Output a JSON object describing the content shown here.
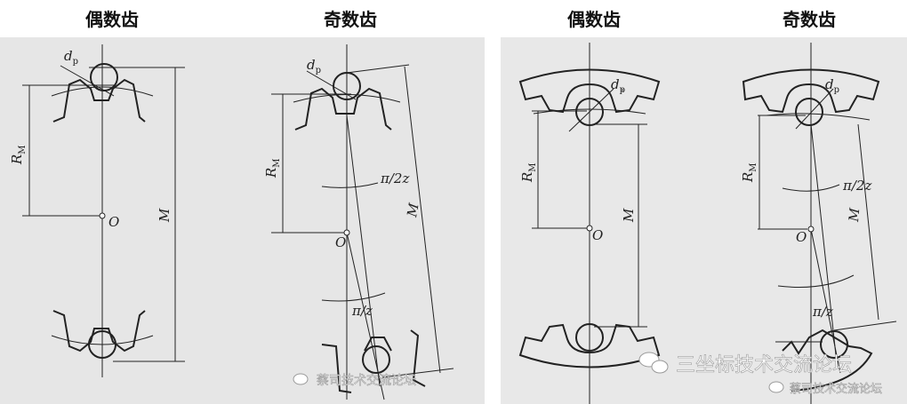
{
  "panels": [
    {
      "title_even": "偶数齿",
      "title_odd": "奇数齿"
    },
    {
      "title_even": "偶数齿",
      "title_odd": "奇数齿"
    }
  ],
  "labels": {
    "dp": "d",
    "dp_sub": "p",
    "rm": "R",
    "rm_sub": "M",
    "m": "M",
    "o": "O",
    "half_angle": "π/2z",
    "full_angle": "π/z"
  },
  "watermark": {
    "main": "三坐标技术交流论坛",
    "small": "蔡司技术交流论坛"
  },
  "colors": {
    "background": "#e6e6e6",
    "line": "#222222"
  }
}
